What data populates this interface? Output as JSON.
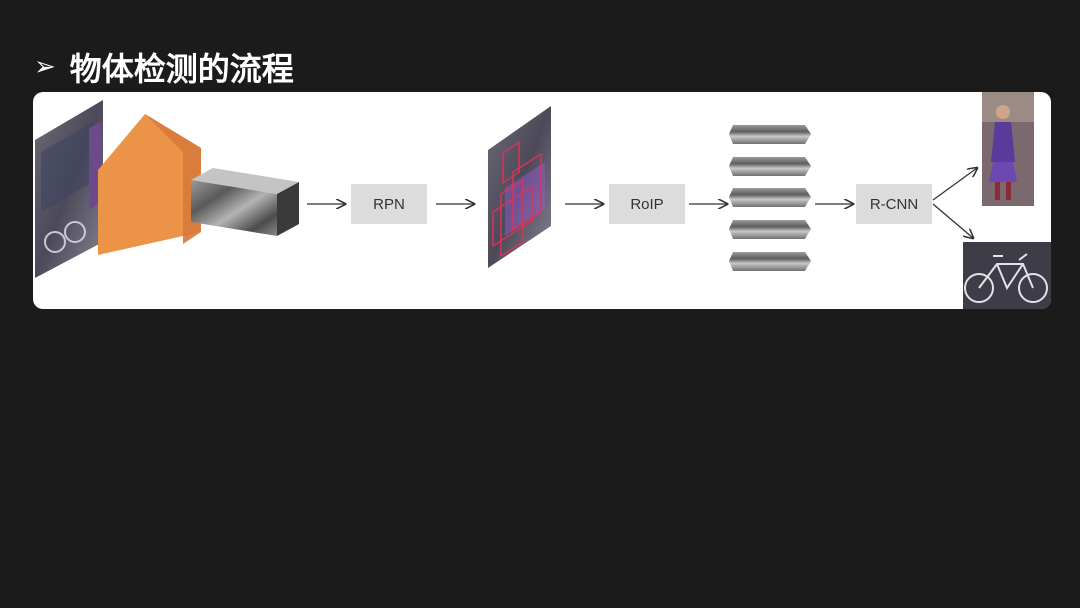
{
  "slide": {
    "bullet": "➢",
    "title": "物体检测的流程"
  },
  "pipeline": {
    "boxes": [
      "RPN",
      "RoIP",
      "R-CNN"
    ]
  },
  "colors": {
    "background": "#1c1b1c",
    "panel": "#ffffff",
    "cnn_block_front": "#eb9448",
    "cnn_block_side": "#d8793a",
    "box_fill": "#dcdcdc",
    "proposal_box": "#e0305a"
  }
}
